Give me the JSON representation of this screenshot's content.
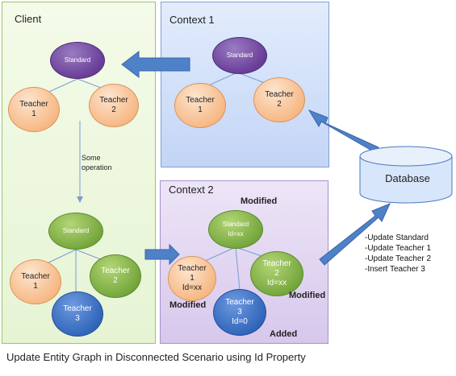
{
  "panels": {
    "client": "Client",
    "context1": "Context 1",
    "context2": "Context 2"
  },
  "client": {
    "top": {
      "standard": "Standard",
      "teacher1": "Teacher\n1",
      "teacher2": "Teacher\n2"
    },
    "operation": "Some\noperation",
    "bottom": {
      "standard": "Standard",
      "teacher1": "Teacher\n1",
      "teacher2": "Teacher\n2",
      "teacher3": "Teacher\n3"
    }
  },
  "context1": {
    "standard": "Standard",
    "teacher1": "Teacher\n1",
    "teacher2": "Teacher\n2"
  },
  "context2": {
    "standard": "Standard\nId=xx",
    "teacher1": "Teacher\n1\nId=xx",
    "teacher2": "Teacher\n2\nId=xx",
    "teacher3": "Teacher\n3\nId=0",
    "status": {
      "standard": "Modified",
      "teacher1": "Modified",
      "teacher2": "Modified",
      "teacher3": "Added"
    }
  },
  "database": {
    "label": "Database"
  },
  "operations": [
    "-Update Standard",
    "-Update Teacher 1",
    "-Update Teacher 2",
    "-Insert Teacher 3"
  ],
  "caption": "Update Entity Graph in Disconnected Scenario using Id Property"
}
